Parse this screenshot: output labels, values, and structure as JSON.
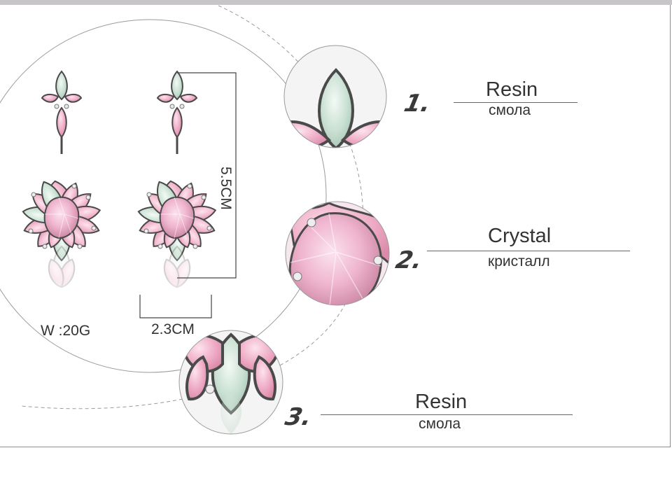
{
  "product": {
    "weight": "W :20G",
    "height": "5.5CM",
    "width": "2.3CM"
  },
  "colors": {
    "pink": "#eeaac4",
    "pink_dark": "#d98aa8",
    "opal": "#c9e0d2",
    "crystal": "#f0b6cf",
    "metal": "#4a4a4a"
  },
  "materials": [
    {
      "number": "1.",
      "name": "Resin",
      "name_ru": "смола"
    },
    {
      "number": "2.",
      "name": "Crystal",
      "name_ru": "кристалл"
    },
    {
      "number": "3.",
      "name": "Resin",
      "name_ru": "смола"
    }
  ]
}
